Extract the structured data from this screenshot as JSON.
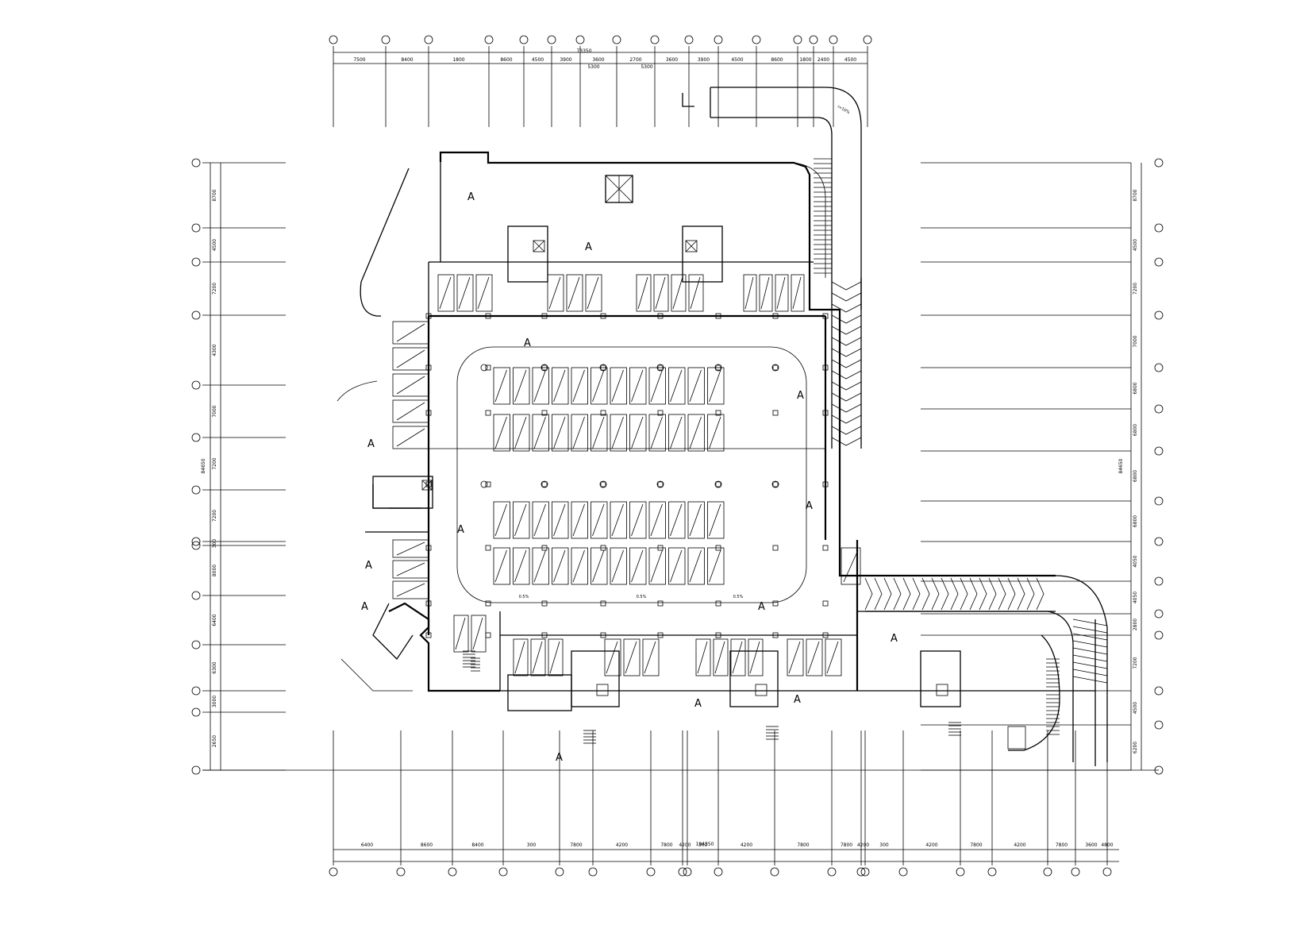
{
  "drawing": {
    "background": "#ffffff",
    "line_color": "#000000",
    "top_dims_row1": [
      "7500",
      "8400",
      "1800",
      "8600",
      "4500",
      "3900",
      "3600",
      "2700",
      "3600",
      "3900",
      "4500",
      "8600",
      "1800",
      "2400",
      "4500"
    ],
    "top_dims_row2": [
      "5300",
      "5300"
    ],
    "top_total": "73350",
    "bottom_dims": [
      "6400",
      "8600",
      "8400",
      "300",
      "7800",
      "4200",
      "7800",
      "4200",
      "300",
      "4200",
      "7800",
      "7800",
      "4200",
      "300",
      "4200",
      "7800",
      "4200",
      "7800",
      "3600",
      "4800"
    ],
    "bottom_total": "104350",
    "left_dims": [
      "8700",
      "4500",
      "7200",
      "4300",
      "7000",
      "7200",
      "7200",
      "300",
      "8000",
      "6400",
      "6300",
      "3000",
      "2650"
    ],
    "left_total": "84650",
    "right_dims": [
      "8700",
      "4500",
      "7200",
      "7000",
      "6800",
      "6800",
      "6800",
      "6800",
      "4050",
      "4050",
      "2800",
      "7200",
      "4500",
      "6200"
    ],
    "right_total": "84650",
    "slope_labels": [
      "0.5%",
      "0.5%",
      "0.5%"
    ],
    "ramp_label": "i=10%"
  }
}
